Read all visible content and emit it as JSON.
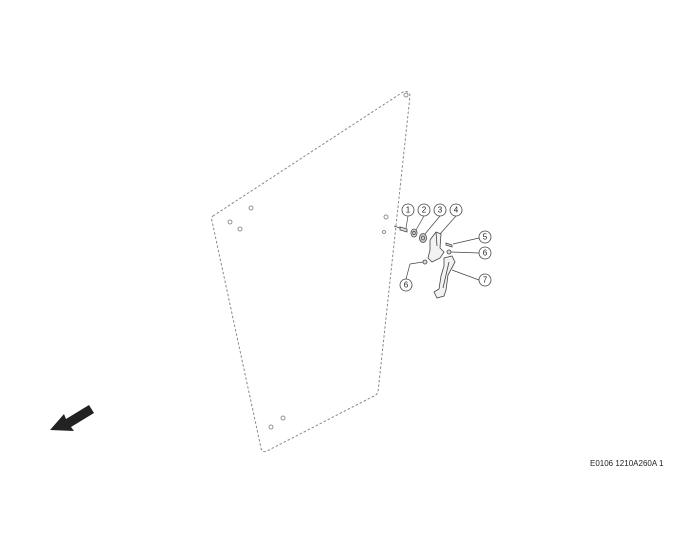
{
  "callouts": {
    "c1": "1",
    "c2": "2",
    "c3": "3",
    "c4": "4",
    "c5": "5",
    "c6a": "6",
    "c6b": "6",
    "c7": "7"
  },
  "drawing_reference": "E0106 1210A260A 1",
  "direction_arrow_icon": "front-direction-arrow-icon"
}
